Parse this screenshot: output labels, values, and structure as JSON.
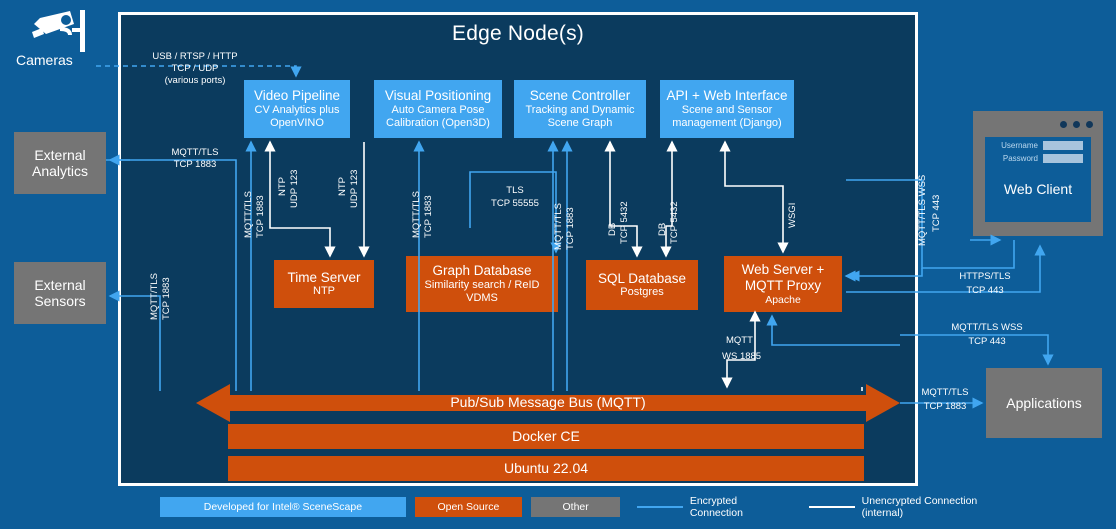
{
  "diagram": {
    "title": "Edge Node(s)",
    "edge_node_label": "Edge Node(s)"
  },
  "external": {
    "cameras": {
      "label": "Cameras",
      "icon": "cctv-camera-icon"
    },
    "external_analytics": {
      "label_line1": "External",
      "label_line2": "Analytics"
    },
    "external_sensors": {
      "label_line1": "External",
      "label_line2": "Sensors"
    },
    "applications": {
      "label": "Applications"
    },
    "web_client": {
      "label": "Web Client",
      "username_label": "Username",
      "password_label": "Password"
    }
  },
  "services": {
    "video_pipeline": {
      "title": "Video Pipeline",
      "sub1": "CV Analytics plus",
      "sub2": "OpenVINO"
    },
    "visual_positioning": {
      "title": "Visual Positioning",
      "sub1": "Auto Camera Pose",
      "sub2": "Calibration (Open3D)"
    },
    "scene_controller": {
      "title": "Scene Controller",
      "sub1": "Tracking and Dynamic",
      "sub2": "Scene Graph"
    },
    "api_web_interface": {
      "title": "API + Web Interface",
      "sub1": "Scene and Sensor",
      "sub2": "management (Django)"
    },
    "time_server": {
      "title": "Time Server",
      "sub1": "NTP"
    },
    "graph_database": {
      "title": "Graph Database",
      "sub1": "Similarity search / ReID",
      "sub2": "VDMS"
    },
    "sql_database": {
      "title": "SQL Database",
      "sub1": "Postgres"
    },
    "web_server": {
      "title1": "Web Server +",
      "title2": "MQTT Proxy",
      "sub1": "Apache"
    }
  },
  "platform": {
    "message_bus": "Pub/Sub Message Bus (MQTT)",
    "docker": "Docker CE",
    "os": "Ubuntu 22.04"
  },
  "connections": {
    "cameras_ingest": {
      "l1": "USB / RTSP / HTTP",
      "l2": "TCP / UDP",
      "l3": "(various ports)"
    },
    "ext_analytics": {
      "l1": "MQTT/TLS",
      "l2": "TCP 1883"
    },
    "ext_sensors": {
      "l1": "MQTT/TLS",
      "l2": "TCP 1883"
    },
    "video_mqtt": {
      "l1": "MQTT/TLS",
      "l2": "TCP 1883"
    },
    "video_ntp": {
      "l1": "NTP",
      "l2": "UDP 123"
    },
    "vps_ntp": {
      "l1": "NTP",
      "l2": "UDP 123"
    },
    "vps_mqtt": {
      "l1": "MQTT/TLS",
      "l2": "TCP 1883"
    },
    "graph_tls": {
      "l1": "TLS",
      "l2": "TCP 55555"
    },
    "scene_mqtt": {
      "l1": "MQTT/TLS",
      "l2": "TCP 1883"
    },
    "scene_db": {
      "l1": "DB",
      "l2": "TCP 5432"
    },
    "api_db": {
      "l1": "DB",
      "l2": "TCP 5432"
    },
    "api_wsgi": {
      "l1": "WSGI"
    },
    "webserver_mqtt_ws": {
      "l1": "MQTT",
      "l2": "WS 1885"
    },
    "webclient_wss": {
      "l1": "MQTT/TLS WSS",
      "l2": "TCP 443"
    },
    "webclient_https": {
      "l1": "HTTPS/TLS",
      "l2": "TCP 443"
    },
    "apps_wss": {
      "l1": "MQTT/TLS WSS",
      "l2": "TCP 443"
    },
    "apps_mqtt": {
      "l1": "MQTT/TLS",
      "l2": "TCP 1883"
    }
  },
  "legend": {
    "scenescape": "Developed for Intel® SceneScape",
    "open_source": "Open Source",
    "other": "Other",
    "encrypted": "Encrypted Connection",
    "unencrypted": "Unencrypted Connection (internal)"
  },
  "colors": {
    "background": "#0d5d99",
    "edge_node": "#0b3b5e",
    "scenescape_blue": "#41a6f0",
    "open_source_orange": "#cf4f0c",
    "other_gray": "#757575",
    "encrypted_line": "#41a6f0",
    "unencrypted_line": "#ffffff"
  }
}
